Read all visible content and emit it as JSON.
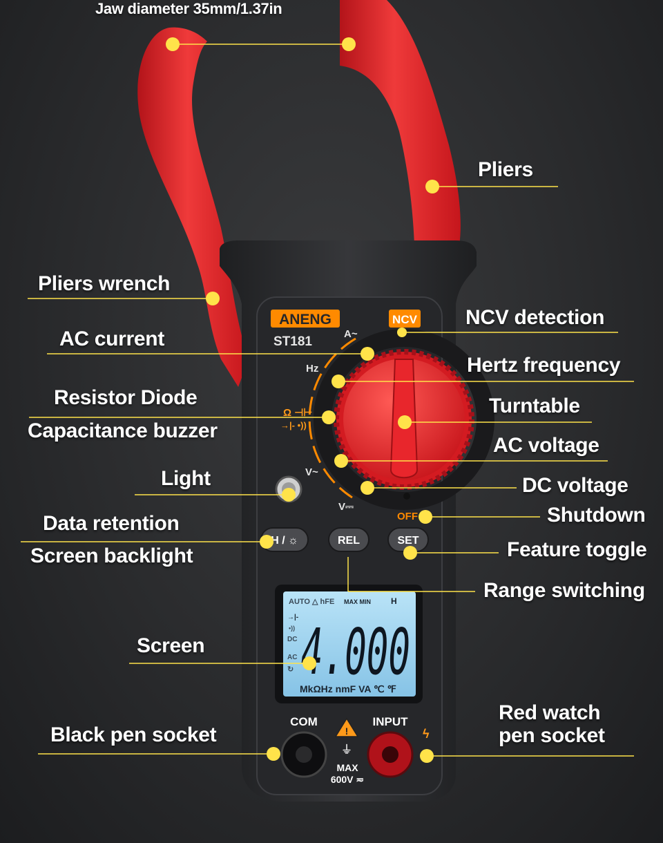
{
  "colors": {
    "accent_yellow": "#ffe34a",
    "pliers_red": "#e8242a",
    "body_dark": "#2b2c2e",
    "brand_orange": "#ff8a00",
    "lcd_blue": "#9fd3ef"
  },
  "callouts": {
    "jaw_diameter": "Jaw diameter 35mm/1.37in",
    "pliers": "Pliers",
    "pliers_wrench": "Pliers wrench",
    "ncv_detection": "NCV detection",
    "ac_current": "AC current",
    "hertz_frequency": "Hertz frequency",
    "resistor_diode": "Resistor Diode",
    "capacitance_buzzer": "Capacitance buzzer",
    "turntable": "Turntable",
    "ac_voltage": "AC voltage",
    "light": "Light",
    "dc_voltage": "DC voltage",
    "shutdown": "Shutdown",
    "data_retention": "Data retention",
    "screen_backlight": "Screen backlight",
    "feature_toggle": "Feature toggle",
    "range_switching": "Range switching",
    "screen": "Screen",
    "black_pen_socket": "Black pen socket",
    "red_watch_line1": "Red watch",
    "red_watch_line2": "pen socket"
  },
  "device": {
    "brand": "ANENG",
    "model": "ST181",
    "ncv": "NCV",
    "dial": {
      "a_ac": "A~",
      "hz": "Hz",
      "ohm_cap": "Ω ⊣⊢",
      "diode_buzz": "→|- •))",
      "v_ac": "V~",
      "v_dc": "V⎓",
      "off": "OFF"
    },
    "buttons": {
      "hold": "H / ☼",
      "rel": "REL",
      "set": "SET"
    },
    "lcd": {
      "top": "AUTO  △  hFE",
      "maxmin": "MAX MIN",
      "hold": "H",
      "digits": "4.000",
      "units": "MkΩHz  nmF VA  ℃ ℉",
      "left_icons": [
        "→|-",
        "•))",
        "DC",
        "AC",
        "↻"
      ]
    },
    "sockets": {
      "com": "COM",
      "input": "INPUT",
      "max": "MAX",
      "rating": "600V ≂"
    }
  }
}
